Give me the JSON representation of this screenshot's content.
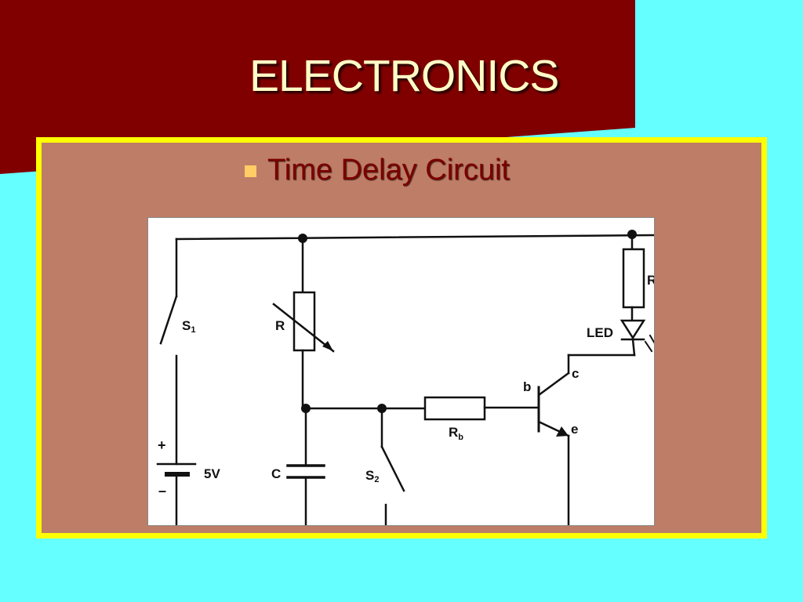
{
  "slide": {
    "title": "ELECTRONICS",
    "bullet": "Time Delay Circuit"
  },
  "colors": {
    "background": "#66ffff",
    "banner": "#800000",
    "title_text": "#fffcc6",
    "frame_border": "#ffff00",
    "frame_fill": "#bd7d66",
    "bullet_text": "#7a0000",
    "bullet_marker": "#ffcc66"
  },
  "diagram": {
    "labels": {
      "switch1": "S",
      "switch1_sub": "1",
      "resistor_variable": "R",
      "resistor_led": "R",
      "led": "LED",
      "capacitor": "C",
      "switch2": "S",
      "switch2_sub": "2",
      "base_resistor": "R",
      "base_resistor_sub": "b",
      "base": "b",
      "collector": "c",
      "emitter": "e",
      "battery_voltage": "5V",
      "plus": "+",
      "minus": "–"
    }
  }
}
